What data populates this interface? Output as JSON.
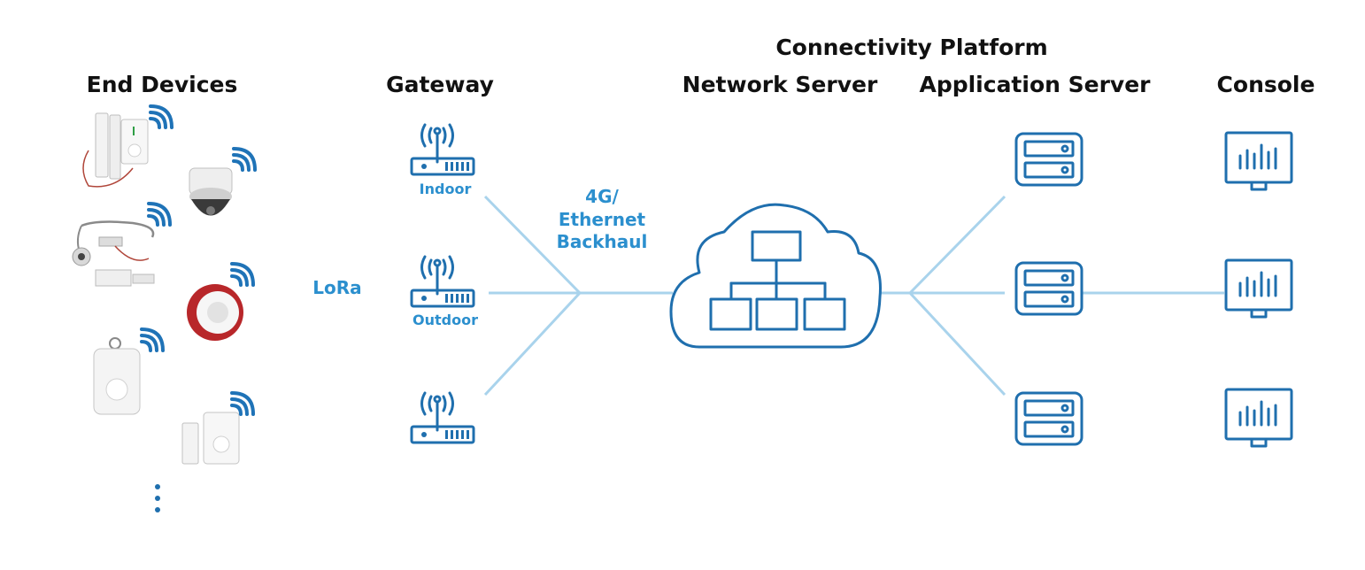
{
  "headers": {
    "platform": "Connectivity Platform",
    "end_devices": "End Devices",
    "gateway": "Gateway",
    "network_server": "Network Server",
    "application_server": "Application Server",
    "console": "Console"
  },
  "labels": {
    "lora": "LoRa",
    "gateway_indoor": "Indoor",
    "gateway_outdoor": "Outdoor",
    "backhaul_line1": "4G/",
    "backhaul_line2": "Ethernet",
    "backhaul_line3": "Backhaul"
  },
  "colors": {
    "header_text": "#111111",
    "accent_text": "#2b8fce",
    "icon_stroke": "#1f6fae",
    "connector_line": "#a9d3ec",
    "wifi_signal": "#1f73b7"
  },
  "icons": {
    "gateway": "gateway-router-icon",
    "network_server": "cloud-hierarchy-icon",
    "application_server": "server-rack-icon",
    "console": "monitor-chart-icon",
    "device_signal": "wifi-signal-icon",
    "more": "vertical-ellipsis-icon"
  }
}
